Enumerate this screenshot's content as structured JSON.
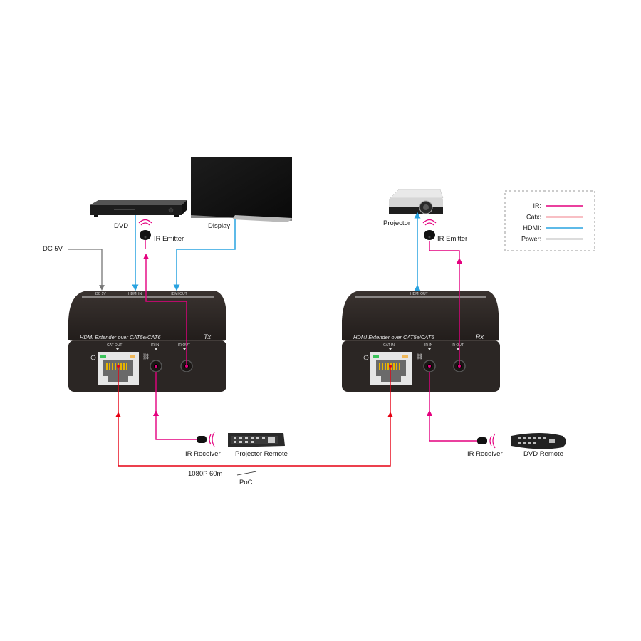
{
  "colors": {
    "ir": "#e4007f",
    "catx": "#e60012",
    "hdmi": "#29a3e0",
    "power": "#777777",
    "device": "#2b2624"
  },
  "labels": {
    "dc5v": "DC 5V",
    "dvd": "DVD",
    "display": "Display",
    "ir_emitter_tx": "IR Emitter",
    "projector": "Projector",
    "ir_emitter_rx": "IR Emitter",
    "ir_receiver_tx": "IR Receiver",
    "projector_remote": "Projector Remote",
    "ir_receiver_rx": "IR Receiver",
    "dvd_remote": "DVD Remote",
    "distance": "1080P 60m",
    "poc": "PoC"
  },
  "tx": {
    "title": "HDMI Extender over CAT5e/CAT6",
    "badge": "Tx",
    "top_ports": [
      "DC 5V",
      "HDMI IN",
      "HDMI OUT"
    ],
    "front_ports": [
      "CAT OUT",
      "IR IN",
      "IR OUT"
    ]
  },
  "rx": {
    "title": "HDMI Extender over CAT5e/CAT6",
    "badge": "Rx",
    "top_ports": [
      "HDMI OUT"
    ],
    "front_ports": [
      "CAT IN",
      "IR IN",
      "IR OUT"
    ]
  },
  "legend": [
    {
      "label": "IR:",
      "color": "#e4007f"
    },
    {
      "label": "Catx:",
      "color": "#e60012"
    },
    {
      "label": "HDMI:",
      "color": "#29a3e0"
    },
    {
      "label": "Power:",
      "color": "#777777"
    }
  ]
}
